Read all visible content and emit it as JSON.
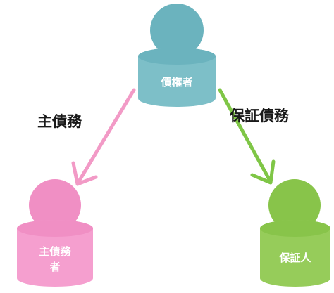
{
  "nodes": {
    "creditor": {
      "label": "債権者",
      "color": "#7dbfc8",
      "head_color": "#6bb3be"
    },
    "principal_debtor": {
      "label_line1": "主債務",
      "label_line2": "者",
      "color": "#f59fcf",
      "head_color": "#f08fc4"
    },
    "guarantor": {
      "label": "保証人",
      "color": "#96cc5a",
      "head_color": "#88c44a"
    }
  },
  "edges": {
    "principal_debt": {
      "label": "主債務",
      "color": "#f29ac6"
    },
    "guarantee_debt": {
      "label": "保証債務",
      "color": "#7fc646"
    }
  }
}
